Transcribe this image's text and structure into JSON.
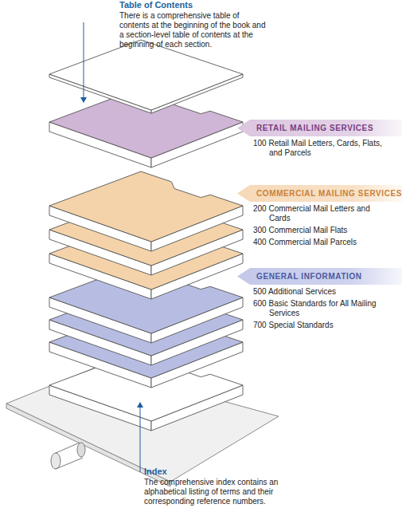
{
  "diagram": {
    "nodes": [
      {
        "text": [
          "RETAIL MAILING SERVICES",
          "100 Retail Mail Letters, Cards, Flats, and Parcels"
        ]
      },
      {
        "text": [
          "COMMERCIAL MAILING SERVICES",
          "200 Commercial Mail Letters and Cards",
          "300 Commercial Mail Flats",
          "400 Commercial Mail Parcels"
        ]
      },
      {
        "text": [
          "GENERAL INFORMATION",
          "500 Additional Services",
          "600 Basic Standards for All Mailing Services",
          "700 Special Standards"
        ]
      }
    ],
    "labels": [
      "Table of Contents",
      "There is a comprehensive table of contents at the beginning of the book and a section-level table of contents at the beginning of each section.",
      "Index",
      "The comprehensive index contains an alphabetical listing of terms and their corresponding reference numbers."
    ]
  }
}
